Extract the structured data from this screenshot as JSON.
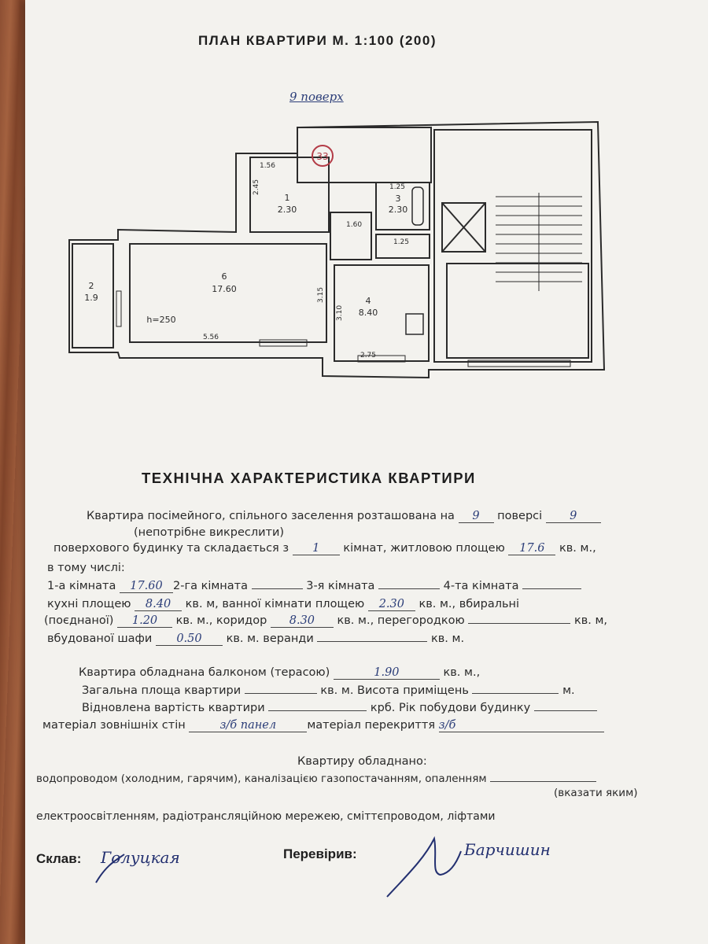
{
  "title": "ПЛАН КВАРТИРИ М. 1:100 (200)",
  "floor_note": "9 поверх",
  "plan": {
    "badge": "33",
    "rooms": [
      {
        "id": "1",
        "area": "2.30"
      },
      {
        "id": "2",
        "area": "1.9"
      },
      {
        "id": "3",
        "area": "2.30"
      },
      {
        "id": "4",
        "area": "8.40"
      },
      {
        "id": "6",
        "area": "17.60"
      }
    ],
    "ceiling_height": "h=250",
    "dims": [
      "1.56",
      "2.45",
      "1.25",
      "5.56",
      "3.15",
      "3.10",
      "2.75",
      "1.60",
      "1.25"
    ]
  },
  "section_title": "ТЕХНІЧНА ХАРАКТЕРИСТИКА КВАРТИРИ",
  "form": {
    "l1a": "Квартира посімейного, спільного заселення розташована на",
    "floor": "9",
    "l1b": "поверсі",
    "storeys": "9",
    "l2": "(непотрібне викреслити)",
    "l3a": "поверхового будинку та складається з",
    "rooms_count": "1",
    "l3b": "кімнат, житловою площею",
    "living_area": "17.6",
    "l3c": "кв. м.,",
    "l4": "в тому числі:",
    "l5a": "1-а кімната",
    "room1": "17.60",
    "l5b": "2-га кімната",
    "l5c": "3-я кімната",
    "l5d": "4-та кімната",
    "l6a": "кухні площею",
    "kitchen": "8.40",
    "l6b": "кв. м, ванної кімнати площею",
    "bathroom": "2.30",
    "l6c": "кв. м., вбиральні",
    "l7a": "(поєднаної)",
    "toilet": "1.20",
    "l7b": "кв. м., коридор",
    "corridor": "8.30",
    "l7c": "кв. м., перегородкою",
    "l7d": "кв. м,",
    "l8a": "вбудованої шафи",
    "wardrobe": "0.50",
    "l8b": "кв. м. веранди",
    "l8c": "кв. м.",
    "l9a": "Квартира обладнана балконом (терасою)",
    "balcony": "1.90",
    "l9b": "кв. м.,",
    "l10a": "Загальна площа квартири",
    "l10b": "кв. м. Висота приміщень",
    "l10c": "м.",
    "l11a": "Відновлена вартість квартири",
    "l11b": "крб. Рік побудови будинку",
    "l12a": "матеріал зовнішніх стін",
    "walls": "з/б панел",
    "l12b": "матеріал перекриття",
    "slab": "з/б",
    "l13": "Квартиру обладнано:",
    "l14": "водопроводом (холодним, гарячим), каналізацією газопостачанням, опаленням",
    "l15": "(вказати яким)",
    "l16": "електроосвітленням, радіотрансляційною мережею, сміттєпроводом, ліфтами"
  },
  "signatures": {
    "compiled_label": "Склав:",
    "compiled_name": "Голуцкая",
    "checked_label": "Перевірив:",
    "checked_name": "Барчишин"
  }
}
